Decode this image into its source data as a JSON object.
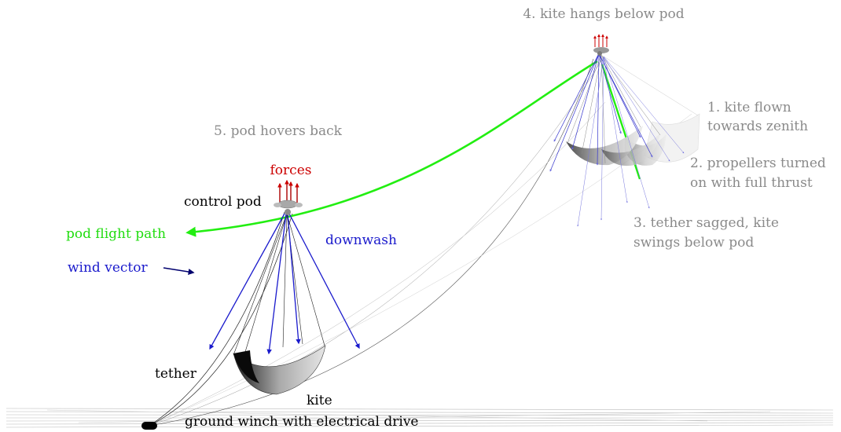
{
  "colors": {
    "annotation_gray": "#8a8a8a",
    "forces_red": "#cc0000",
    "downwash_blue": "#1a1acc",
    "wind_navy": "#00006e",
    "flight_path_green": "#22ee11",
    "black": "#000000"
  },
  "labels": {
    "step4": "4. kite hangs below pod",
    "step1_line1": "1. kite flown",
    "step1_line2": "towards zenith",
    "step2_line1": "2. propellers turned",
    "step2_line2": "on with full thrust",
    "step3_line1": "3. tether sagged, kite",
    "step3_line2": "swings below pod",
    "step5": "5. pod hovers back",
    "forces": "forces",
    "control_pod": "control pod",
    "pod_flight_path": "pod flight path",
    "downwash": "downwash",
    "wind_vector": "wind vector",
    "tether": "tether",
    "kite": "kite",
    "ground_winch": "ground winch with electrical drive"
  }
}
